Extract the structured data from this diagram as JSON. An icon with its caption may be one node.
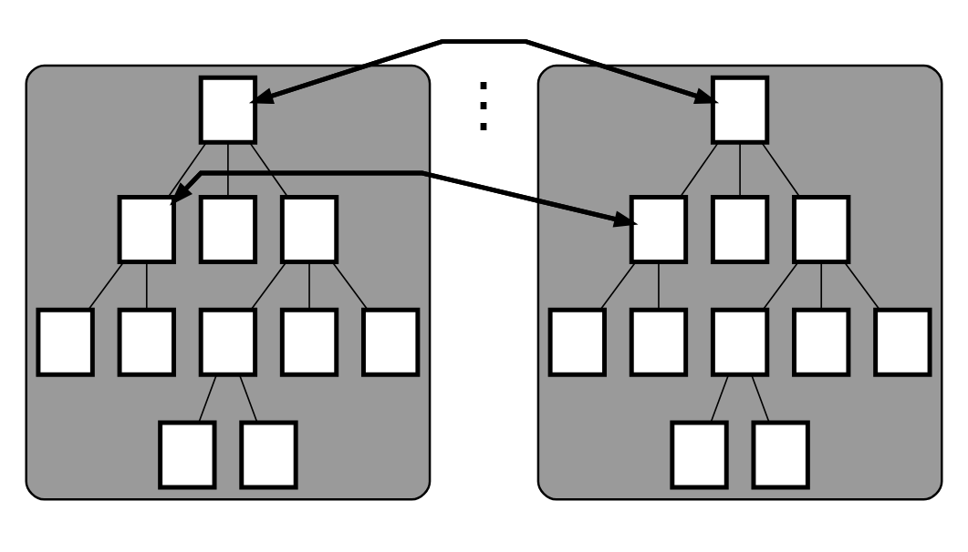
{
  "diagram": {
    "nodes": [
      {
        "text": [],
        "shape": "ellipse"
      },
      {
        "text": [],
        "shape": "box",
        "in": 0
      },
      {
        "text": [],
        "shape": "box",
        "in": 0
      },
      {
        "text": [],
        "shape": "box",
        "in": 0
      },
      {
        "text": [],
        "shape": "box",
        "in": 0
      },
      {
        "text": [],
        "shape": "box",
        "in": 0
      },
      {
        "text": [],
        "shape": "box",
        "in": 0
      },
      {
        "text": [],
        "shape": "box",
        "in": 0
      },
      {
        "text": [],
        "shape": "box",
        "in": 0
      },
      {
        "text": [],
        "shape": "box",
        "in": 0
      },
      {
        "text": [],
        "shape": "box",
        "in": 0
      },
      {
        "text": [],
        "shape": "box",
        "in": 0
      },
      {
        "text": [],
        "shape": "ellipse"
      },
      {
        "text": [],
        "shape": "box",
        "in": 12
      },
      {
        "text": [],
        "shape": "box",
        "in": 12
      },
      {
        "text": [],
        "shape": "box",
        "in": 12
      },
      {
        "text": [],
        "shape": "box",
        "in": 12
      },
      {
        "text": [],
        "shape": "box",
        "in": 12
      },
      {
        "text": [],
        "shape": "box",
        "in": 12
      },
      {
        "text": [],
        "shape": "box",
        "in": 12
      },
      {
        "text": [],
        "shape": "box",
        "in": 12
      },
      {
        "text": [],
        "shape": "box",
        "in": 12
      },
      {
        "text": [],
        "shape": "box",
        "in": 12
      },
      {
        "text": [],
        "shape": "box",
        "in": 12
      }
    ],
    "edges": [
      {
        "from": 1,
        "to": 2,
        "arrow": "none"
      },
      {
        "from": 1,
        "to": 3,
        "arrow": "none"
      },
      {
        "from": 1,
        "to": 4,
        "arrow": "none"
      },
      {
        "from": 2,
        "to": 5,
        "arrow": "none"
      },
      {
        "from": 2,
        "to": 6,
        "arrow": "none"
      },
      {
        "from": 4,
        "to": 7,
        "arrow": "none"
      },
      {
        "from": 4,
        "to": 8,
        "arrow": "none"
      },
      {
        "from": 4,
        "to": 9,
        "arrow": "none"
      },
      {
        "from": 7,
        "to": 10,
        "arrow": "none"
      },
      {
        "from": 7,
        "to": 11,
        "arrow": "none"
      },
      {
        "from": 13,
        "to": 14,
        "arrow": "none"
      },
      {
        "from": 13,
        "to": 15,
        "arrow": "none"
      },
      {
        "from": 13,
        "to": 16,
        "arrow": "none"
      },
      {
        "from": 14,
        "to": 17,
        "arrow": "none"
      },
      {
        "from": 14,
        "to": 18,
        "arrow": "none"
      },
      {
        "from": 16,
        "to": 19,
        "arrow": "none"
      },
      {
        "from": 16,
        "to": 20,
        "arrow": "none"
      },
      {
        "from": 16,
        "to": 21,
        "arrow": "none"
      },
      {
        "from": 19,
        "to": 22,
        "arrow": "none"
      },
      {
        "from": 19,
        "to": 23,
        "arrow": "none"
      },
      {
        "from": 1,
        "to": 13,
        "arrow": "to",
        "style": "thick"
      },
      {
        "from": 13,
        "to": 1,
        "arrow": "to",
        "style": "thick"
      },
      {
        "from": 2,
        "to": 14,
        "arrow": "to",
        "style": "thick"
      },
      {
        "from": 14,
        "to": 2,
        "arrow": "to",
        "style": "thick"
      }
    ],
    "labels": [
      "⋮"
    ]
  }
}
